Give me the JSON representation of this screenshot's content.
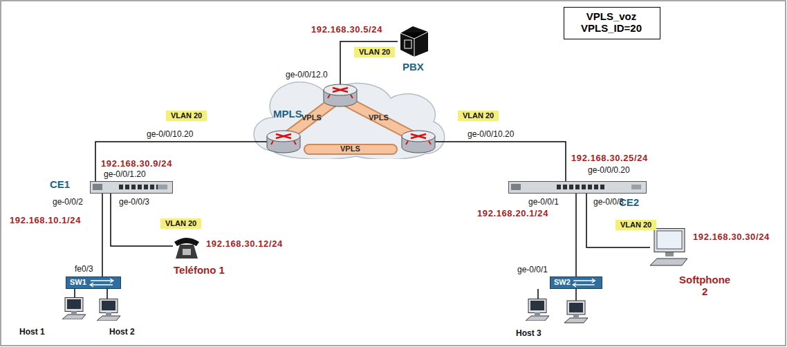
{
  "diagram": {
    "nodes": [
      {
        "text": [
          "VPLS_voz VPLS_ID=20"
        ]
      },
      {
        "text": [
          "PBX"
        ]
      },
      {
        "text": [
          "MPLS"
        ]
      },
      {
        "text": [
          "CE1"
        ]
      },
      {
        "text": [
          "Teléfono 1"
        ]
      },
      {
        "text": [
          "SW1"
        ]
      },
      {
        "text": [
          "Host 1"
        ]
      },
      {
        "text": [
          "Host 2"
        ]
      },
      {
        "text": [
          "CE2"
        ]
      },
      {
        "text": [
          "Softphone 2"
        ]
      },
      {
        "text": [
          "SW2"
        ]
      },
      {
        "text": [
          "Host 3"
        ]
      }
    ],
    "edges": [
      {
        "from": 1,
        "to": 2,
        "arrow": "none"
      },
      {
        "from": 3,
        "to": 2,
        "arrow": "none"
      },
      {
        "from": 8,
        "to": 2,
        "arrow": "none"
      },
      {
        "from": 3,
        "to": 5,
        "arrow": "none"
      },
      {
        "from": 3,
        "to": 4,
        "arrow": "none"
      },
      {
        "from": 5,
        "to": 6,
        "arrow": "none"
      },
      {
        "from": 5,
        "to": 7,
        "arrow": "none"
      },
      {
        "from": 8,
        "to": 10,
        "arrow": "none"
      },
      {
        "from": 8,
        "to": 9,
        "arrow": "none"
      },
      {
        "from": 10,
        "to": 11,
        "arrow": "none"
      }
    ],
    "labels": [
      "192.168.30.5/24",
      "VLAN 20",
      "ge-0/0/12.0",
      "VLAN 20",
      "VLAN 20",
      "VPLS",
      "VPLS",
      "VPLS",
      "ge-0/0/10.20",
      "ge-0/0/10.20",
      "192.168.30.9/24",
      "ge-0/0/1.20",
      "ge-0/0/2",
      "ge-0/0/3",
      "192.168.10.1/24",
      "VLAN 20",
      "192.168.30.12/24",
      "fe0/3",
      "192.168.30.25/24",
      "ge-0/0/0.20",
      "ge-0/0/1",
      "ge-0/0/3",
      "192.168.20.1/24",
      "VLAN 20",
      "192.168.30.30/24",
      "ge-0/0/1"
    ]
  }
}
